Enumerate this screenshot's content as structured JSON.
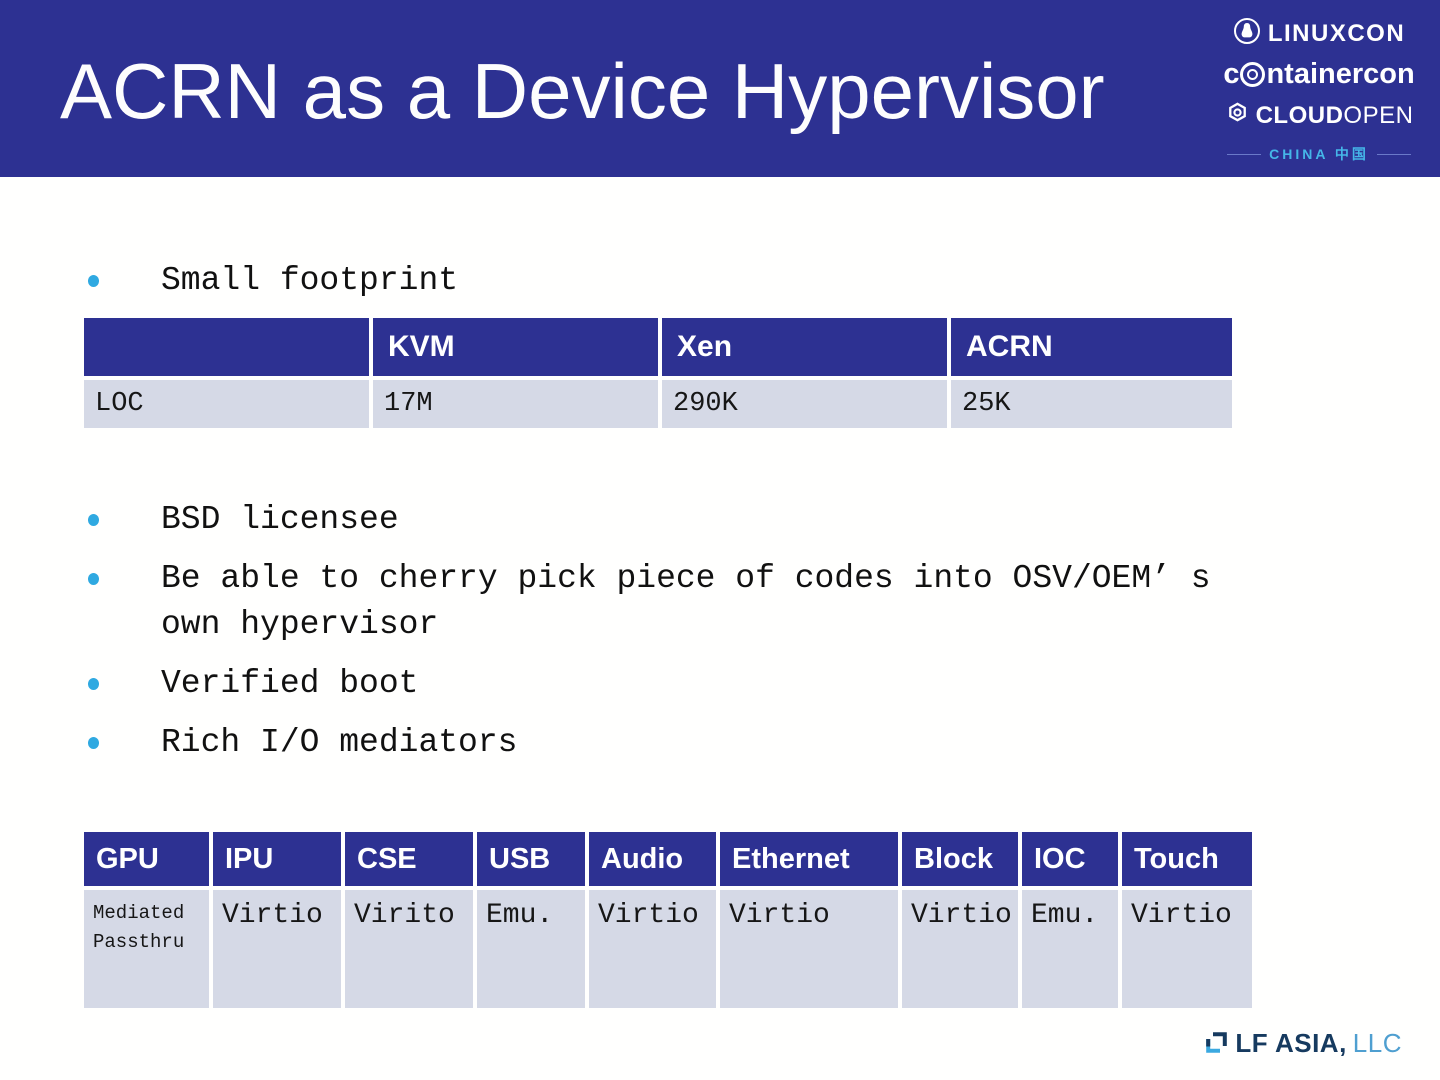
{
  "slide": {
    "title": "ACRN as a Device Hypervisor"
  },
  "brand": {
    "linuxcon": "LINUXCON",
    "containercon_prefix": "c",
    "containercon_suffix": "ntainercon",
    "cloudopen_bold": "CLOUD",
    "cloudopen_light": "OPEN",
    "china": "CHINA 中国"
  },
  "bullets": {
    "footprint": "Small footprint",
    "list": [
      "BSD licensee",
      "Be able to cherry pick piece of codes into OSV/OEM’ s own hypervisor",
      "Verified boot",
      "Rich I/O mediators"
    ]
  },
  "chart_data": {
    "type": "table",
    "title": "Hypervisor lines of code comparison",
    "categories": [
      "KVM",
      "Xen",
      "ACRN"
    ],
    "metric": "LOC",
    "values_text": [
      "17M",
      "290K",
      "25K"
    ]
  },
  "footprint_table": {
    "headers": [
      "",
      "KVM",
      "Xen",
      "ACRN"
    ],
    "row": [
      "LOC",
      "17M",
      "290K",
      "25K"
    ]
  },
  "mediators_table": {
    "headers": [
      "GPU",
      "IPU",
      "CSE",
      "USB",
      "Audio",
      "Ethernet",
      "Block",
      "IOC",
      "Touch"
    ],
    "row": [
      "Mediated Passthru",
      "Virtio",
      "Virito",
      "Emu.",
      "Virtio",
      "Virtio",
      "Virtio",
      "Emu.",
      "Virtio"
    ]
  },
  "footer": {
    "lf_bold": "LF ASIA,",
    "lf_light": "LLC"
  },
  "colors": {
    "band_blue": "#2d3192",
    "row_gray": "#d5d9e6",
    "bullet_blue": "#2fa9e1",
    "china_blue": "#45b6e8",
    "lf_navy": "#163a5f",
    "lf_blue": "#4f9fd0"
  }
}
